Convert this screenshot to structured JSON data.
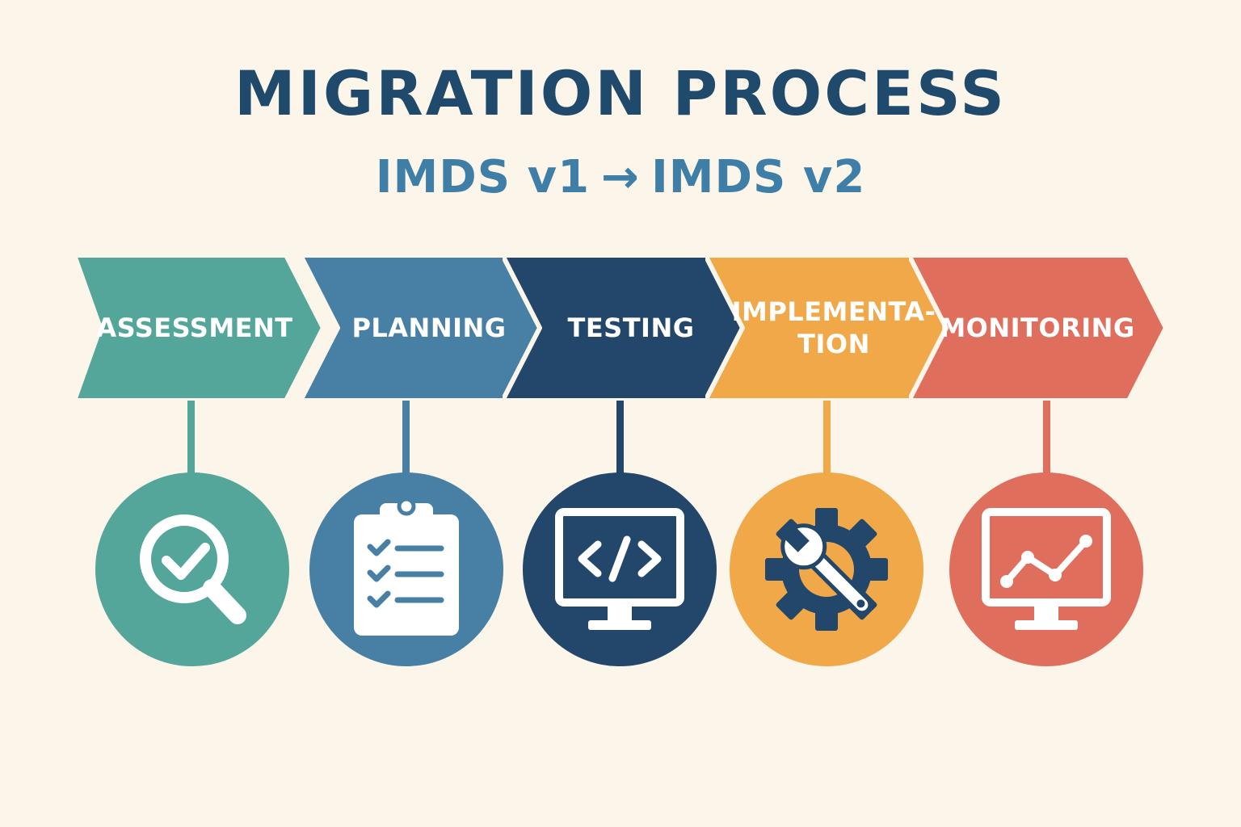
{
  "title": "MIGRATION PROCESS",
  "subtitle": {
    "from": "IMDS v1",
    "arrow": "→",
    "to": "IMDS v2"
  },
  "colors": {
    "background": "#fcf6ea",
    "title": "#1f4a6b",
    "subtitle": "#3f7ea6",
    "white": "#ffffff"
  },
  "steps": [
    {
      "id": "assessment",
      "label_lines": [
        "ASSESSMENT"
      ],
      "color": "#54a69a",
      "icon": "magnifier-check-icon"
    },
    {
      "id": "planning",
      "label_lines": [
        "PLANNING"
      ],
      "color": "#477fa5",
      "icon": "clipboard-checklist-icon"
    },
    {
      "id": "testing",
      "label_lines": [
        "TESTING"
      ],
      "color": "#23476a",
      "icon": "monitor-code-icon"
    },
    {
      "id": "implementation",
      "label_lines": [
        "IMPLEMENTA-",
        "TION"
      ],
      "color": "#f0a848",
      "icon": "gear-wrench-icon"
    },
    {
      "id": "monitoring",
      "label_lines": [
        "MONITORING"
      ],
      "color": "#e06e5d",
      "icon": "monitor-chart-icon"
    }
  ]
}
